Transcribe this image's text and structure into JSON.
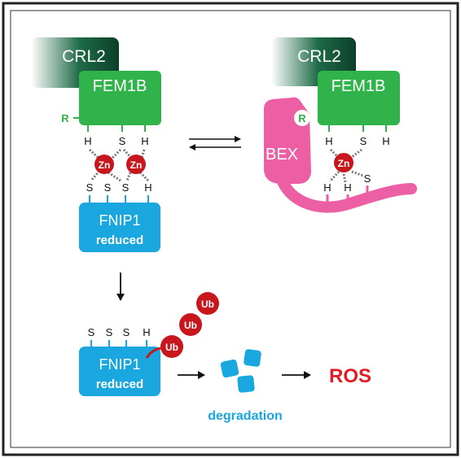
{
  "complexes": {
    "left": {
      "crl2": "CRL2",
      "fem1b": "FEM1B",
      "r_residue": "R",
      "fem1b_residues": [
        "H",
        "S",
        "H"
      ],
      "zinc_left": "Zn",
      "zinc_right": "Zn",
      "fnip1_residues": [
        "S",
        "S",
        "S",
        "H"
      ],
      "fnip1_name": "FNIP1",
      "fnip1_state": "reduced"
    },
    "right": {
      "crl2": "CRL2",
      "fem1b": "FEM1B",
      "r_residue": "R",
      "bex": "BEX",
      "fem1b_residues": [
        "H",
        "S",
        "H"
      ],
      "zinc": "Zn",
      "bex_residues": [
        "H",
        "H",
        "S"
      ]
    }
  },
  "ubiquitinated": {
    "residues": [
      "S",
      "S",
      "S",
      "H"
    ],
    "ub_chain": [
      "Ub",
      "Ub",
      "Ub"
    ],
    "fnip1_name": "FNIP1",
    "fnip1_state": "reduced"
  },
  "degradation_label": "degradation",
  "ros_label": "ROS",
  "colors": {
    "fem1b_green": "#2fb34a",
    "crl2_dark_green": "#0f4a32",
    "fnip1_blue": "#1aa7e0",
    "bex_pink": "#ec5fa4",
    "zinc_red": "#c8161d",
    "ros_red": "#e31b23",
    "frame": "#222222"
  }
}
